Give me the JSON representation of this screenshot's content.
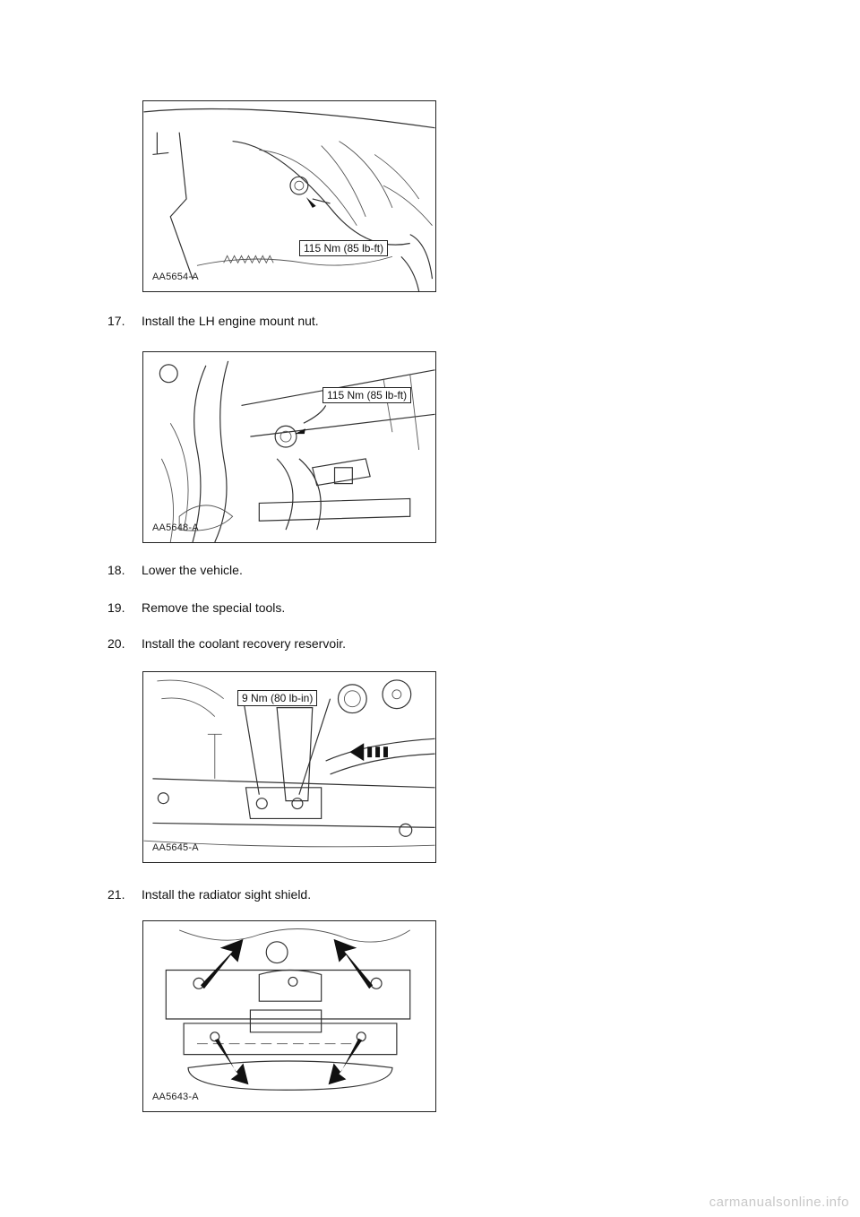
{
  "figures": [
    {
      "id": "AA5654-A",
      "callout": "115 Nm (85 lb-ft)"
    },
    {
      "id": "AA5648-A",
      "callout": "115 Nm (85 lb-ft)"
    },
    {
      "id": "AA5645-A",
      "callout": "9 Nm (80 lb-in)"
    },
    {
      "id": "AA5643-A",
      "callout": ""
    }
  ],
  "steps": [
    {
      "number": "17.",
      "text": "Install the LH engine mount nut."
    },
    {
      "number": "18.",
      "text": "Lower the vehicle."
    },
    {
      "number": "19.",
      "text": "Remove the special tools."
    },
    {
      "number": "20.",
      "text": "Install the coolant recovery reservoir."
    },
    {
      "number": "21.",
      "text": "Install the radiator sight shield."
    }
  ],
  "footer": "carmanualsonline.info"
}
